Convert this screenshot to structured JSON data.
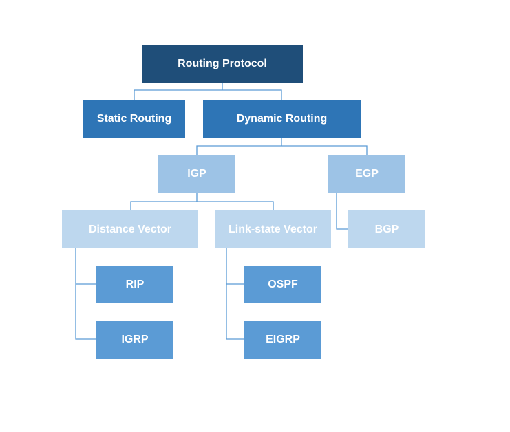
{
  "diagram": {
    "nodes": {
      "root": "Routing  Protocol",
      "static": "Static Routing",
      "dynamic": "Dynamic Routing",
      "igp": "IGP",
      "egp": "EGP",
      "distance_vector": "Distance Vector",
      "link_state": "Link-state Vector",
      "bgp": "BGP",
      "rip": "RIP",
      "igrp": "IGRP",
      "ospf": "OSPF",
      "eigrp": "EIGRP"
    },
    "edges": [
      [
        "root",
        "static"
      ],
      [
        "root",
        "dynamic"
      ],
      [
        "dynamic",
        "igp"
      ],
      [
        "dynamic",
        "egp"
      ],
      [
        "igp",
        "distance_vector"
      ],
      [
        "igp",
        "link_state"
      ],
      [
        "egp",
        "bgp"
      ],
      [
        "distance_vector",
        "rip"
      ],
      [
        "distance_vector",
        "igrp"
      ],
      [
        "link_state",
        "ospf"
      ],
      [
        "link_state",
        "eigrp"
      ]
    ],
    "colors": {
      "level0": "#1f4e79",
      "level1": "#2e75b6",
      "level2": "#9dc3e6",
      "level3": "#bdd7ee",
      "level4": "#5b9bd5",
      "connector": "#5b9bd5",
      "text": "#ffffff"
    }
  }
}
